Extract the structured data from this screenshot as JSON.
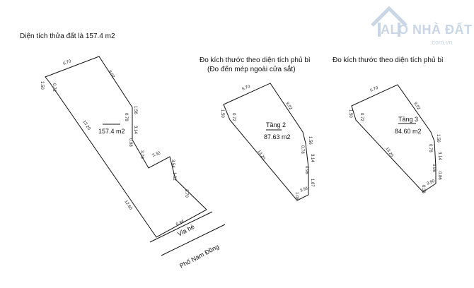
{
  "titles": {
    "land": "Diện tích thửa đất là 157.4 m2",
    "cover2_line1": "Đo kích thước theo diện tích phủ bì",
    "cover2_line2": "(Đo đến mép ngoài cửa sắt)",
    "cover3": "Đo kích thước theo diện tích phủ bì"
  },
  "watermark": {
    "text": "ALO NHÀ ĐẤT",
    "sub": ".com.vn"
  },
  "plot1": {
    "area": "157.4 m2",
    "dims": [
      "6.70",
      "9.02",
      "1.50",
      "0.72",
      "13.20",
      "1.56",
      "0.78",
      "3.14",
      "0.98",
      "3.70",
      "3.32",
      "3.54",
      "1.02",
      "3.70",
      "12.60",
      "6.44"
    ],
    "sidewalk": "Vỉa hè",
    "street": "Phố Nam Đồng"
  },
  "plot2": {
    "floor": "Tầng 2",
    "area": "87.63 m2",
    "dims": [
      "6.70",
      "9.02",
      "1.50",
      "0.72",
      "13.20",
      "1.56",
      "0.78",
      "3.14",
      "0.98",
      "1.87",
      "1.08",
      "3.91"
    ]
  },
  "plot3": {
    "floor": "Tầng 3",
    "area": "84.60 m2",
    "dims": [
      "6.70",
      "9.02",
      "1.50",
      "0.72",
      "13.20",
      "1.56",
      "0.78",
      "3.14",
      "0.98",
      "0.86",
      "0.38",
      "3.90"
    ]
  }
}
